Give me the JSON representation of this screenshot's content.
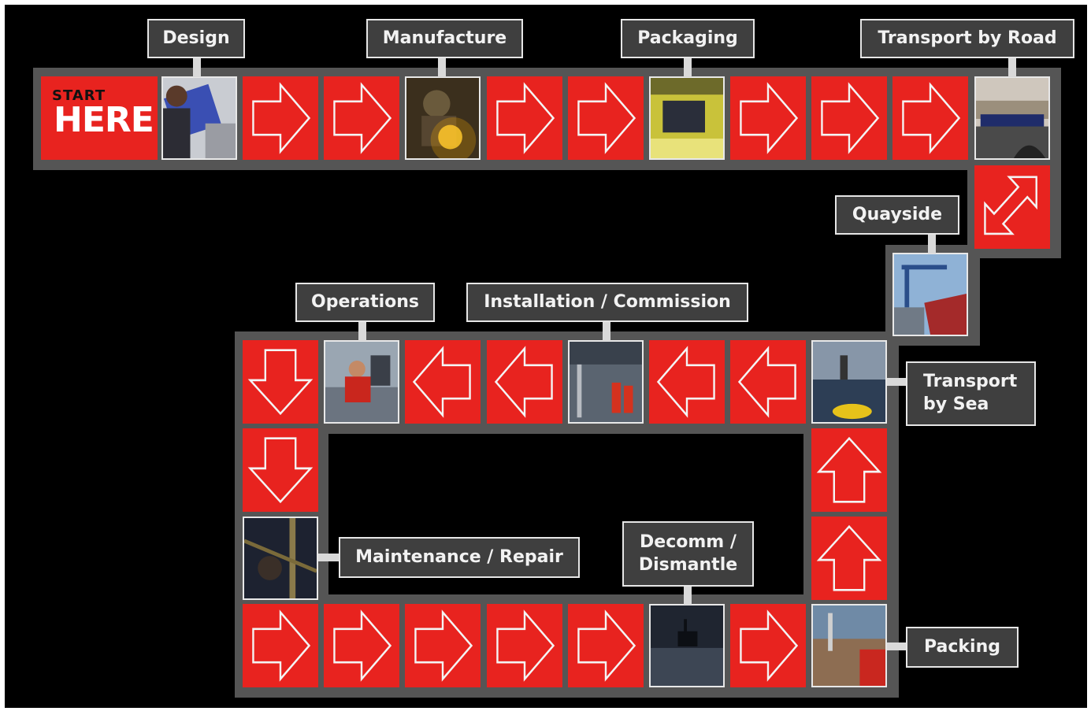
{
  "start_cell": {
    "line1": "START",
    "line2": "HERE"
  },
  "stages": {
    "design": "Design",
    "manufacture": "Manufacture",
    "packaging": "Packaging",
    "transport_road": "Transport by Road",
    "quayside": "Quayside",
    "operations": "Operations",
    "installation": "Installation / Commission",
    "transport_sea_1": "Transport",
    "transport_sea_2": "by Sea",
    "maintenance": "Maintenance / Repair",
    "decomm_1": "Decomm /",
    "decomm_2": "Dismantle",
    "packing": "Packing"
  },
  "colors": {
    "arrow_tile": "#e8231f",
    "track": "#555555",
    "background": "#000000",
    "label_bg": "#3f3f3f",
    "label_border": "#e6e6e6"
  },
  "arrow_directions": [
    "right",
    "left",
    "up",
    "down",
    "diagonal"
  ]
}
